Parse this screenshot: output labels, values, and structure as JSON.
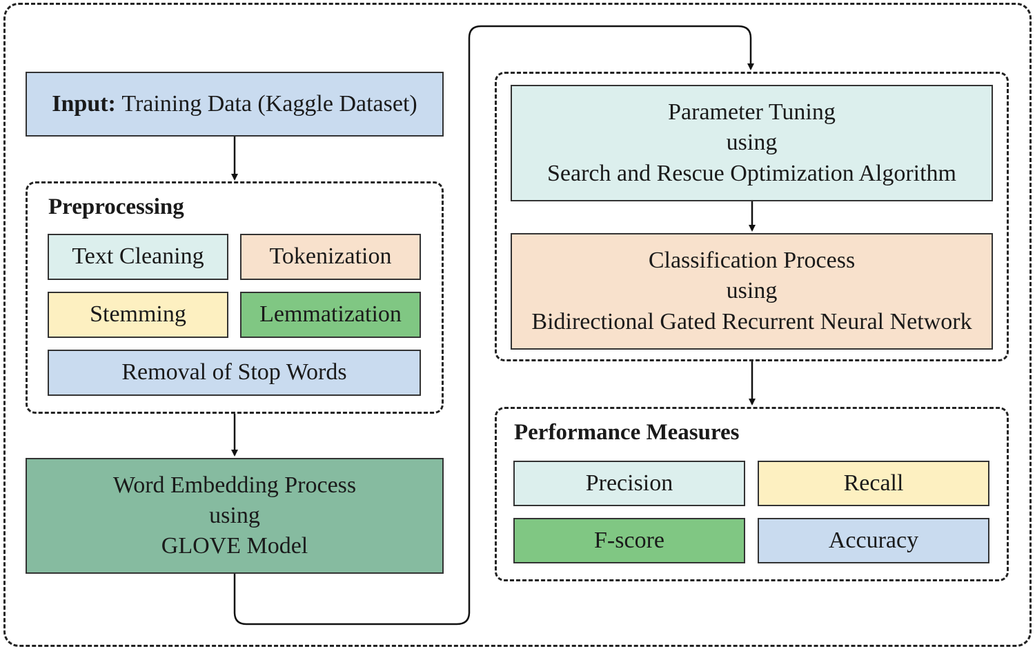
{
  "input": {
    "prefix": "Input:",
    "text": "Training Data (Kaggle Dataset)"
  },
  "preprocessing": {
    "title": "Preprocessing",
    "steps": [
      "Text Cleaning",
      "Tokenization",
      "Stemming",
      "Lemmatization",
      "Removal of Stop Words"
    ]
  },
  "embedding": {
    "lines": [
      "Word Embedding Process",
      "using",
      "GLOVE Model"
    ]
  },
  "tuning": {
    "lines": [
      "Parameter Tuning",
      "using",
      "Search and Rescue Optimization Algorithm"
    ]
  },
  "classification": {
    "lines": [
      "Classification Process",
      "using",
      "Bidirectional Gated Recurrent Neural Network"
    ]
  },
  "performance": {
    "title": "Performance Measures",
    "measures": [
      "Precision",
      "Recall",
      "F-score",
      "Accuracy"
    ]
  },
  "colors": {
    "blue": "#c9dbef",
    "mint": "#dcefed",
    "peach": "#f8e1cc",
    "yellow": "#fdf0c1",
    "green": "#80c783",
    "teal_green": "#86bba0"
  }
}
